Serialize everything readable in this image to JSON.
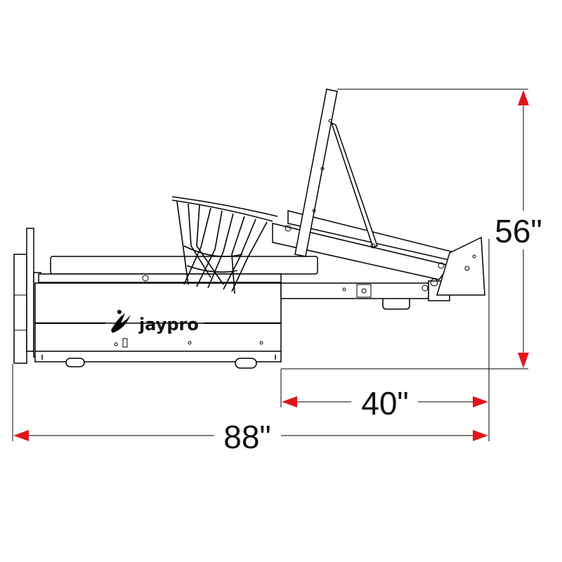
{
  "diagram": {
    "brand": "jaypro",
    "dimensions": {
      "height": "56\"",
      "depth": "40\"",
      "length": "88\""
    },
    "colors": {
      "arrow": "#e0151b",
      "line": "#000000",
      "background": "#ffffff"
    }
  }
}
